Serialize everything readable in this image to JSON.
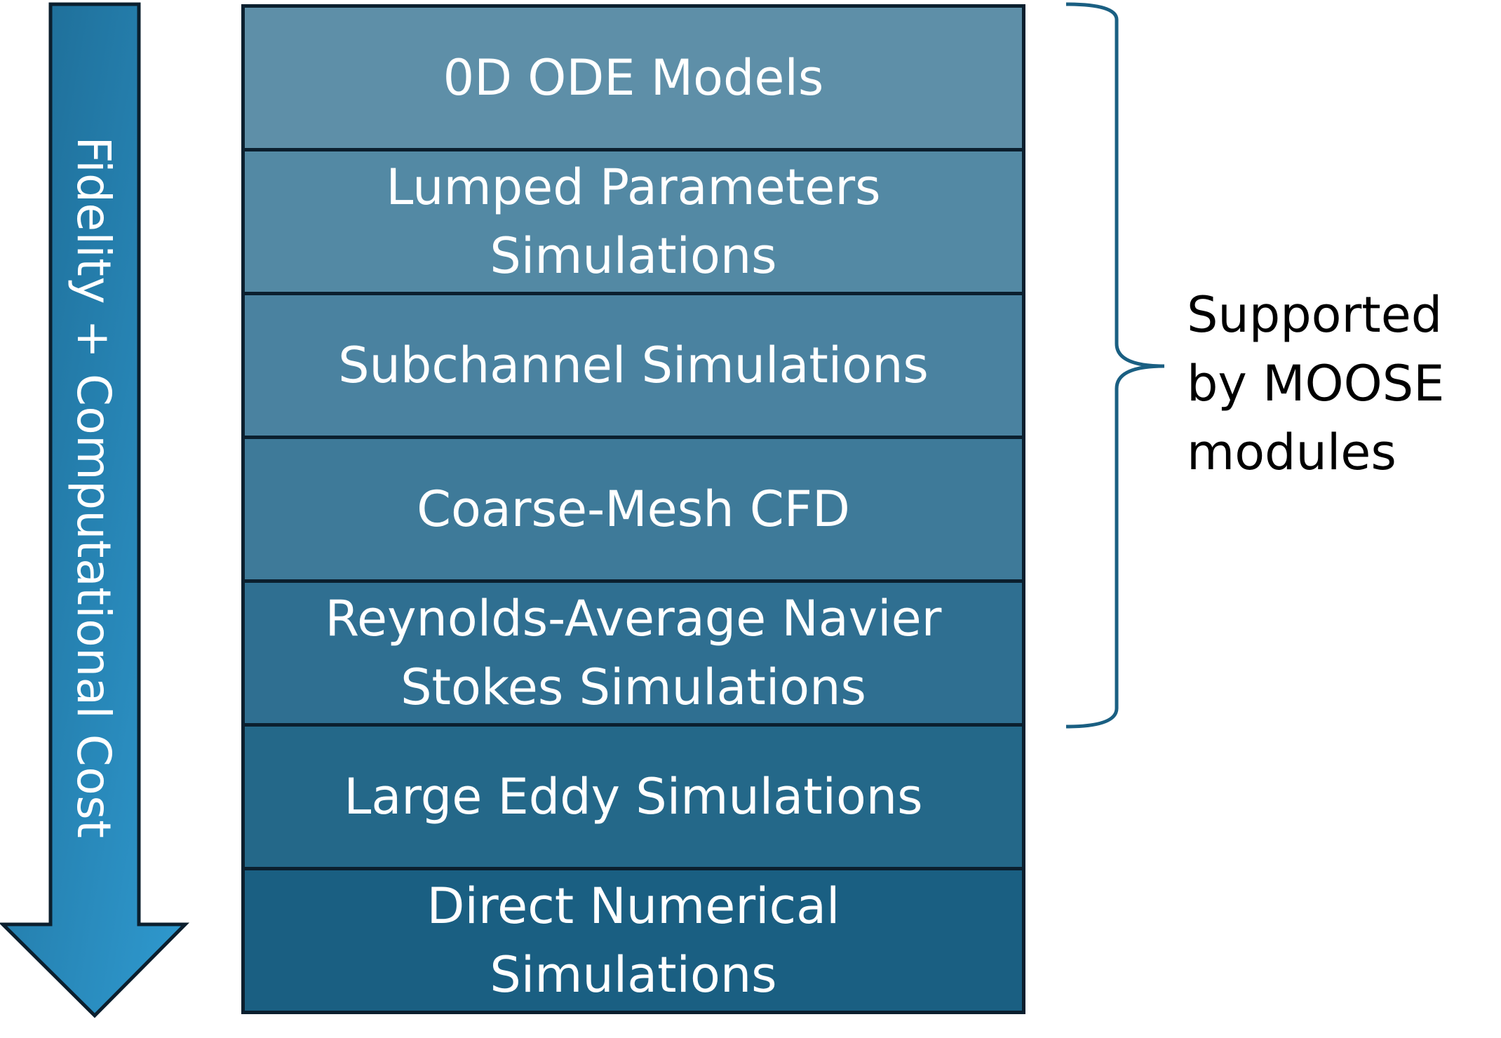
{
  "arrow": {
    "label": "Fidelity + Computational Cost",
    "color_top": "#1d6a93",
    "color_bottom": "#2f9ad0"
  },
  "levels": [
    {
      "label": "0D ODE Models",
      "color": "#5e8fa8"
    },
    {
      "label": "Lumped Parameters\nSimulations",
      "color": "#5389a4"
    },
    {
      "label": "Subchannel Simulations",
      "color": "#4a82a0"
    },
    {
      "label": "Coarse-Mesh CFD",
      "color": "#3e7a99"
    },
    {
      "label": "Reynolds-Average Navier\nStokes Simulations",
      "color": "#2f6f91"
    },
    {
      "label": "Large Eddy Simulations",
      "color": "#246889"
    },
    {
      "label": "Direct Numerical\nSimulations",
      "color": "#1a5f82"
    }
  ],
  "bracket": {
    "label": "Supported\nby MOOSE\nmodules",
    "color": "#1a5f82"
  }
}
